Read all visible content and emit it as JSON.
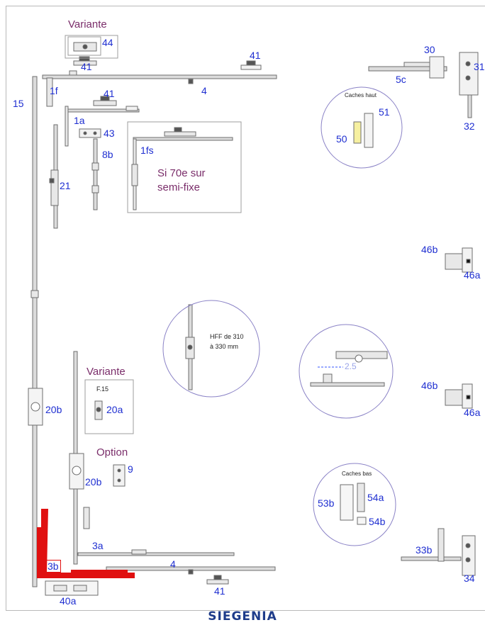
{
  "labels": {
    "variante_top": "Variante",
    "n44": "44",
    "n41_top": "41",
    "n41_right": "41",
    "n1f": "1f",
    "n15": "15",
    "n4_top": "4",
    "n41_mid": "41",
    "n1a": "1a",
    "n43": "43",
    "n8b": "8b",
    "n21": "21",
    "n1fs": "1fs",
    "si70e_line1": "Si 70e sur",
    "si70e_line2": "semi-fixe",
    "n30": "30",
    "n31": "31",
    "n5c": "5c",
    "n32": "32",
    "caches_haut": "Caches haut",
    "n51": "51",
    "n50": "50",
    "n46b_top": "46b",
    "n46a_top": "46a",
    "hff_line1": "HFF de 310",
    "hff_line2": "à 330 mm",
    "dim_25": "2.5",
    "variante_mid": "Variante",
    "f15": "F.15",
    "n20a": "20a",
    "n20b_left": "20b",
    "n46b_bot": "46b",
    "n46a_bot": "46a",
    "option": "Option",
    "n9": "9",
    "n20b_mid": "20b",
    "caches_bas": "Caches bas",
    "n53b": "53b",
    "n54a": "54a",
    "n54b": "54b",
    "n3a": "3a",
    "n3b": "3b",
    "n4_bot": "4",
    "n33b": "33b",
    "n41_bot": "41",
    "n34": "34",
    "n40a": "40a"
  },
  "brand": "SIEGENIA",
  "colors": {
    "label_blue": "#1f2fd1",
    "label_purple": "#7a2d6a",
    "highlight_red": "#e01010",
    "brand_blue": "#1e3c8a"
  }
}
